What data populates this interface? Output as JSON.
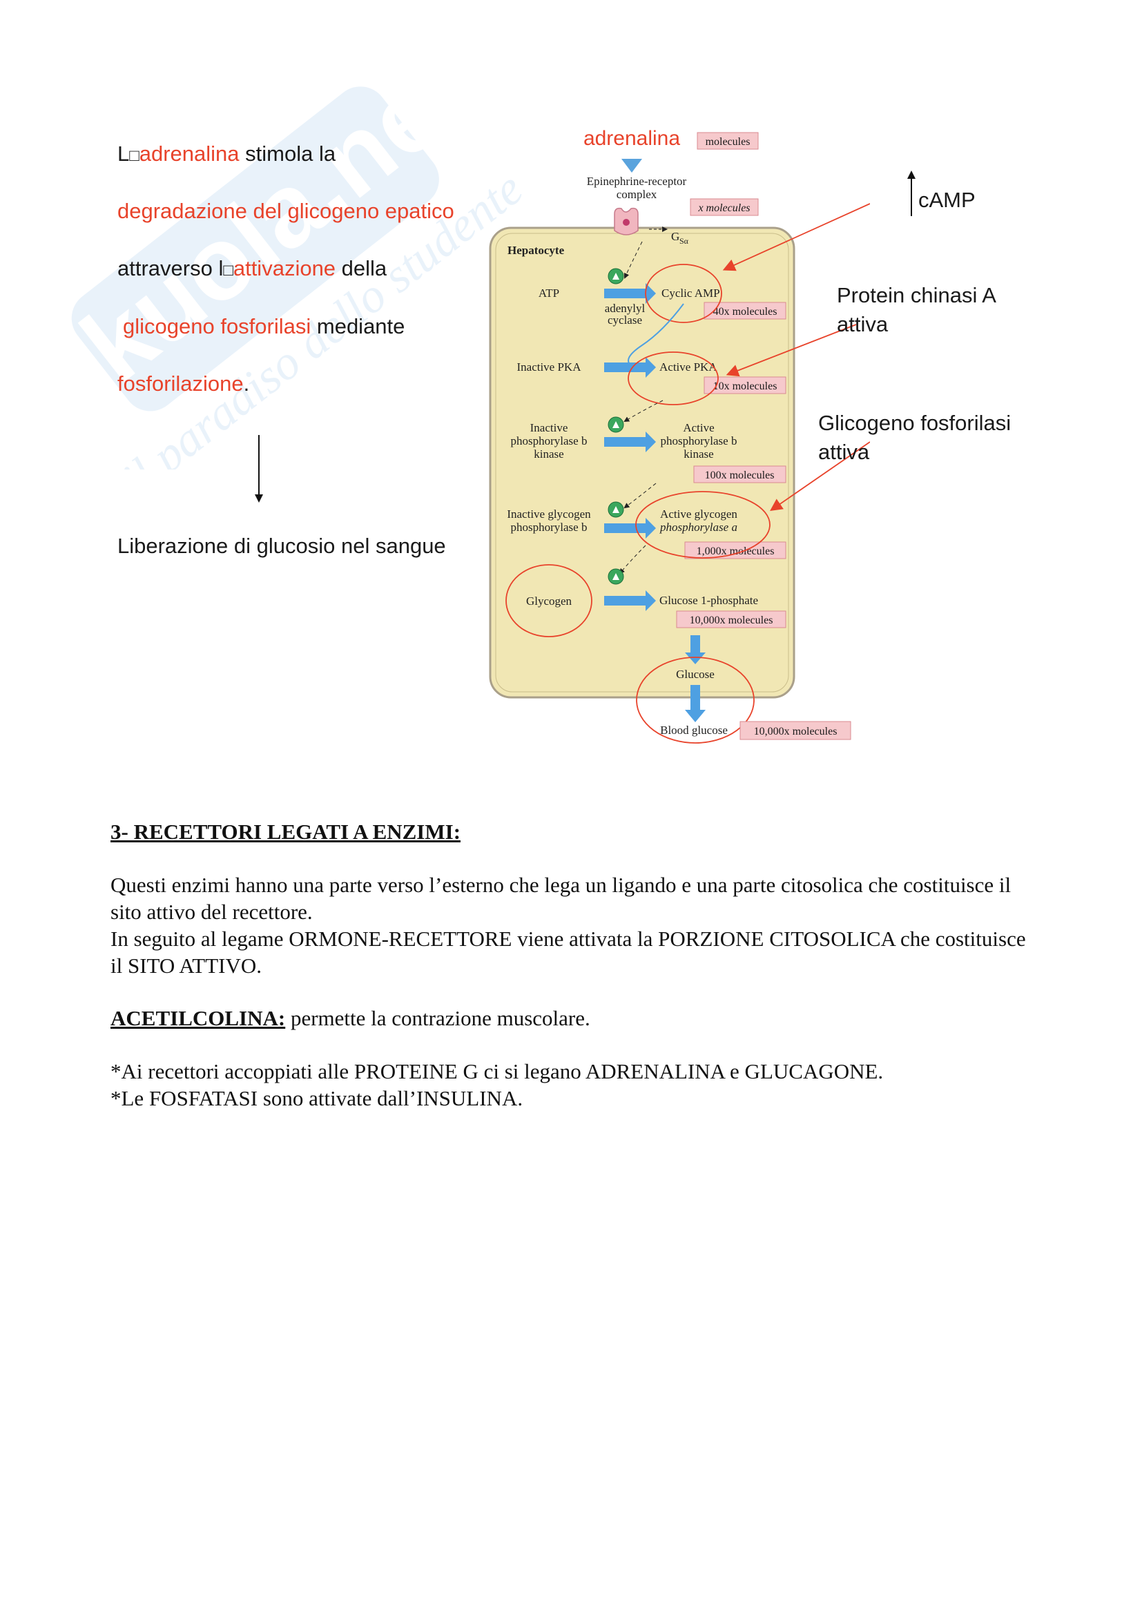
{
  "left_caption": {
    "line1_a": "L",
    "line1_b": "adrenalina",
    "line1_c": " stimola la",
    "line2": "degradazione del glicogeno epatico",
    "line3_a": "attraverso l",
    "line3_b": "attivazione",
    "line3_c": " della",
    "line4_a": "glicogeno fosforilasi",
    "line4_b": " mediante",
    "line5_a": "fosforilazione",
    "line5_b": ".",
    "result": "Liberazione di glucosio nel sangue",
    "missing_glyph": "□"
  },
  "right_labels": {
    "camp": "cAMP",
    "pka_line1": "Protein chinasi A",
    "pka_line2": "attiva",
    "gp_line1": "Glicogeno fosforilasi",
    "gp_line2": "attiva"
  },
  "diagram": {
    "top_label": "adrenalina",
    "top_tag": "molecules",
    "receptor_line1": "Epinephrine-receptor",
    "receptor_line2": "complex",
    "receptor_tag": "x molecules",
    "gs": "G",
    "gs_sub": "Sα",
    "cell": "Hepatocyte",
    "atp": "ATP",
    "cyclase1": "adenylyl",
    "cyclase2": "cyclase",
    "camp": "Cyclic AMP",
    "camp_tag": "40x molecules",
    "pka_in": "Inactive PKA",
    "pka_act": "Active PKA",
    "pka_tag": "10x molecules",
    "kin_in1": "Inactive",
    "kin_in2": "phosphorylase b",
    "kin_in3": "kinase",
    "kin_act1": "Active",
    "kin_act2": "phosphorylase b",
    "kin_act3": "kinase",
    "kin_tag": "100x molecules",
    "gp_in1": "Inactive glycogen",
    "gp_in2": "phosphorylase b",
    "gp_act1": "Active glycogen",
    "gp_act2": "phosphorylase a",
    "gp_tag": "1,000x molecules",
    "glycogen": "Glycogen",
    "g1p": "Glucose 1-phosphate",
    "g1p_tag": "10,000x molecules",
    "glucose": "Glucose",
    "blood": "Blood glucose",
    "blood_tag": "10,000x molecules"
  },
  "section": {
    "heading": "3- RECETTORI LEGATI A ENZIMI:",
    "p1": "Questi enzimi hanno una parte verso l’esterno che lega un ligando e una parte citosolica che costituisce il sito attivo del recettore.",
    "p2": "In seguito al legame ORMONE-RECETTORE viene attivata la PORZIONE CITOSOLICA che costituisce il SITO ATTIVO.",
    "acetil_label": "ACETILCOLINA:",
    "acetil_text": " permette la contrazione muscolare.",
    "note1": "*Ai recettori accoppiati alle PROTEINE G ci si legano ADRENALINA e GLUCAGONE.",
    "note2": "*Le FOSFATASI sono attivate dall’INSULINA."
  }
}
